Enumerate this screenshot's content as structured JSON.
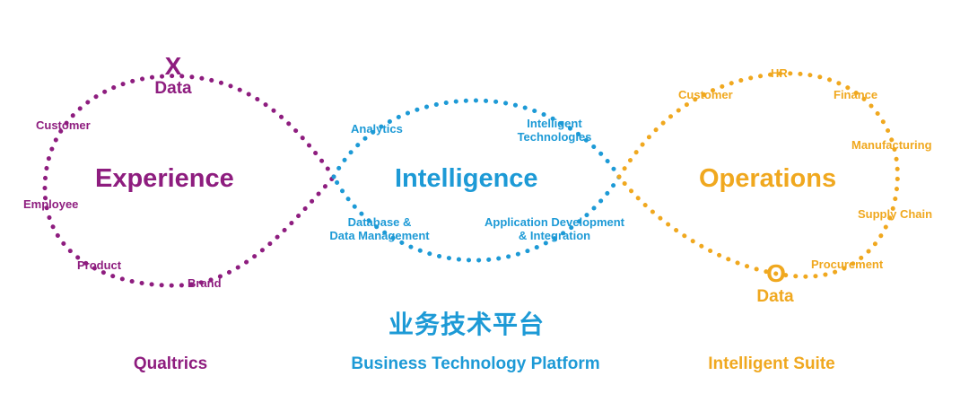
{
  "colors": {
    "experience": "#8e1d7f",
    "intelligence": "#1d9ad6",
    "operations": "#f0a81f"
  },
  "experience": {
    "title": "Experience",
    "marker_letter": "X",
    "marker_word": "Data",
    "items": [
      "Customer",
      "Employee",
      "Product",
      "Brand"
    ]
  },
  "intelligence": {
    "title": "Intelligence",
    "items": {
      "analytics": "Analytics",
      "intelligent_technologies": [
        "Intelligent",
        "Technologies"
      ],
      "database": [
        "Database &",
        "Data Management"
      ],
      "appdev": [
        "Application Development",
        "& Integration"
      ]
    }
  },
  "operations": {
    "title": "Operations",
    "marker_letter": "O",
    "marker_word": "Data",
    "items": [
      "Customer",
      "HR",
      "Finance",
      "Manufacturing",
      "Supply Chain",
      "Procurement"
    ]
  },
  "platform_cn": "业务技术平台",
  "footer": {
    "left": "Qualtrics",
    "center": "Business Technology Platform",
    "right": "Intelligent Suite"
  }
}
